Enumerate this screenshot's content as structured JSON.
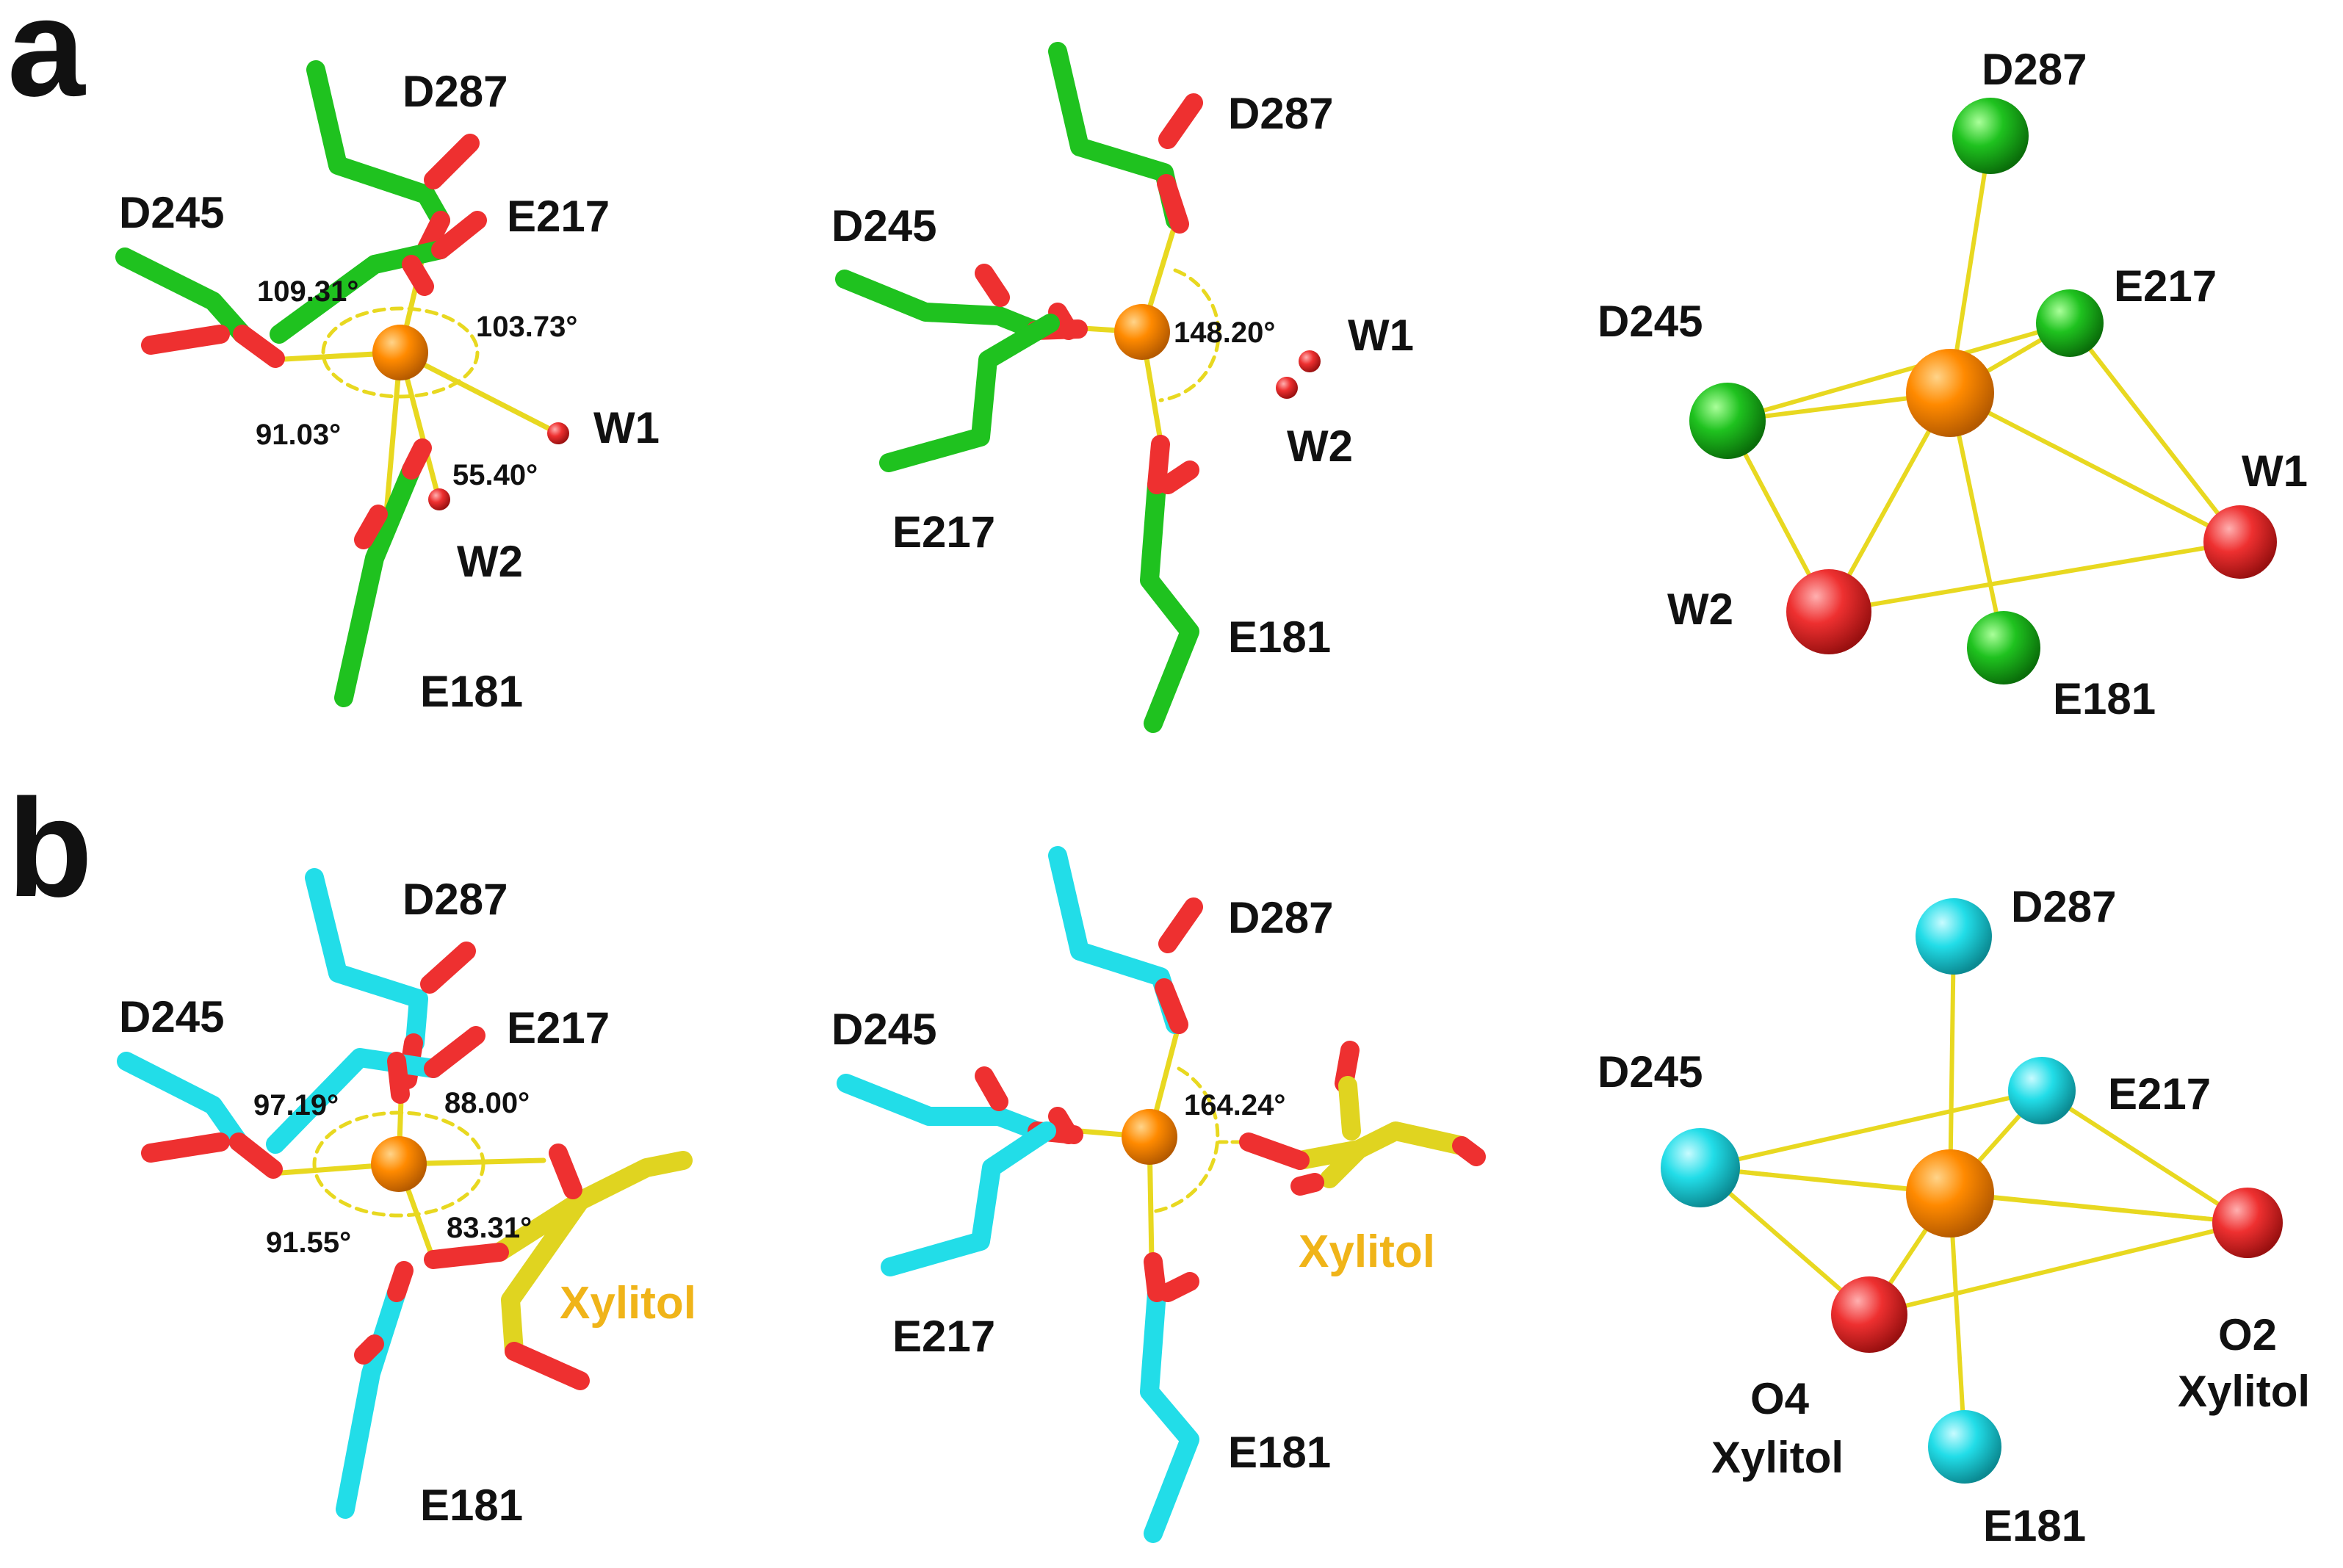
{
  "colors": {
    "green_carbon": "#1fc21f",
    "cyan_carbon": "#22dde8",
    "oxygen": "#ee3030",
    "metal": "#ff8a00",
    "yellow_bond": "#e8d820",
    "xylitol_label": "#f0b419"
  },
  "panel_a": {
    "letter": "a",
    "left": {
      "labels": {
        "d287": "D287",
        "d245": "D245",
        "e217": "E217",
        "w1": "W1",
        "w2": "W2",
        "e181": "E181"
      },
      "angles": {
        "a1": "109.31°",
        "a2": "103.73°",
        "a3": "91.03°",
        "a4": "55.40°"
      }
    },
    "middle": {
      "labels": {
        "d287": "D287",
        "d245": "D245",
        "w1": "W1",
        "w2": "W2",
        "e217": "E217",
        "e181": "E181"
      },
      "angles": {
        "a1": "148.20°"
      }
    },
    "right": {
      "labels": {
        "d287": "D287",
        "e217": "E217",
        "d245": "D245",
        "w1": "W1",
        "w2": "W2",
        "e181": "E181"
      }
    }
  },
  "panel_b": {
    "letter": "b",
    "left": {
      "labels": {
        "d287": "D287",
        "d245": "D245",
        "e217": "E217",
        "xylitol": "Xylitol",
        "e181": "E181"
      },
      "angles": {
        "a1": "97.19°",
        "a2": "88.00°",
        "a3": "91.55°",
        "a4": "83.31°"
      }
    },
    "middle": {
      "labels": {
        "d287": "D287",
        "d245": "D245",
        "xylitol": "Xylitol",
        "e217": "E217",
        "e181": "E181"
      },
      "angles": {
        "a1": "164.24°"
      }
    },
    "right": {
      "labels": {
        "d287": "D287",
        "d245": "D245",
        "e217": "E217",
        "o2": "O2",
        "o2_sub": "Xylitol",
        "o4": "O4",
        "o4_sub": "Xylitol",
        "e181": "E181"
      }
    }
  }
}
